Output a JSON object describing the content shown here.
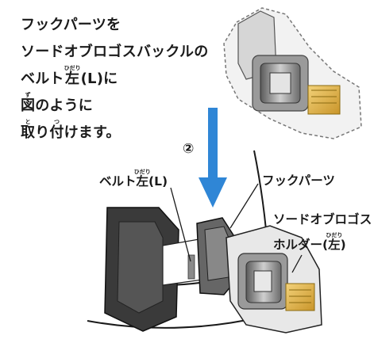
{
  "instructions": {
    "line1": "フックパーツを",
    "line2": "ソードオブロゴスバックルの",
    "line3_pre": "ベルト",
    "line3_kanji": "左",
    "line3_ruby": "ひだり",
    "line3_post": "(L)に",
    "line4_kanji": "図",
    "line4_ruby": "ず",
    "line4_post": "のように",
    "line5_kanji1": "取",
    "line5_ruby1": "と",
    "line5_mid": "り",
    "line5_kanji2": "付",
    "line5_ruby2": "つ",
    "line5_post": "けます。"
  },
  "step_marker": "②",
  "callouts": {
    "belt_pre": "ベルト",
    "belt_kanji": "左",
    "belt_ruby": "ひだり",
    "belt_post": "(L)",
    "hook_parts": "フックパーツ",
    "holder_line1": "ソードオブロゴス",
    "holder_line2_pre": "ホルダー(",
    "holder_line2_kanji": "左",
    "holder_line2_ruby": "ひだり",
    "holder_line2_post": ")"
  },
  "colors": {
    "arrow": "#2f86d6",
    "ink": "#1a1a1a",
    "gold": "#e6b840",
    "gray_part": "#b8b8b8",
    "dark_part": "#3a3a3a"
  }
}
